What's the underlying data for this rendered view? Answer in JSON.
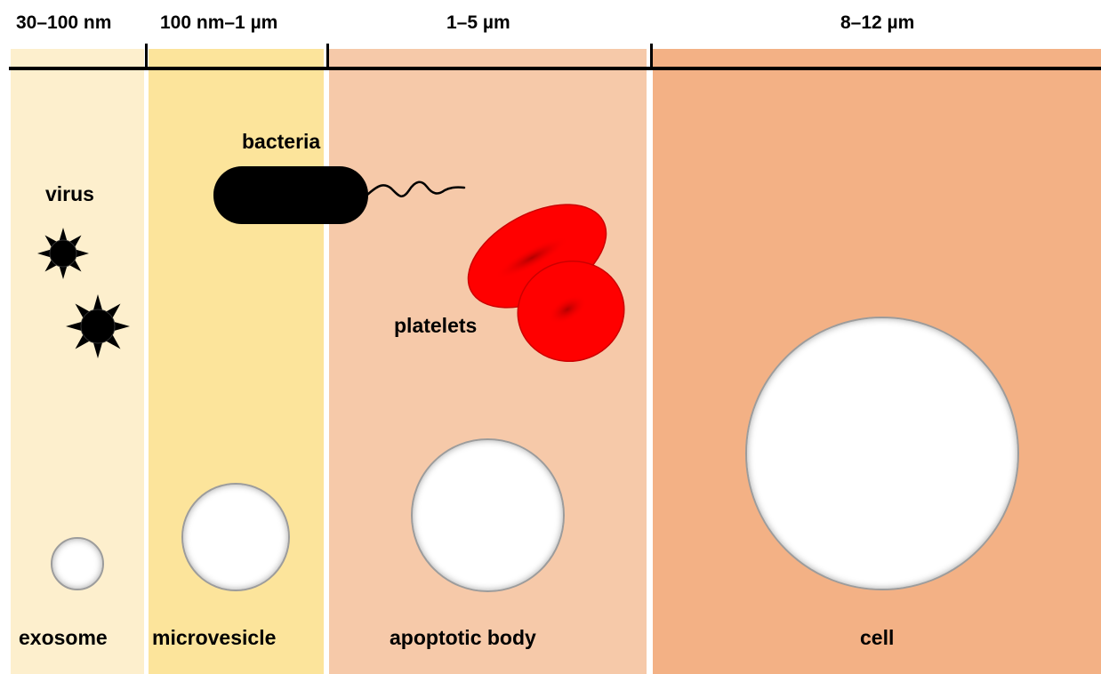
{
  "size_ranges": [
    "30–100 nm",
    "100 nm–1 µm",
    "1–5 µm",
    "8–12 µm"
  ],
  "particles": {
    "exosome": "exosome",
    "microvesicle": "microvesicle",
    "apoptotic_body": "apoptotic body",
    "cell": "cell"
  },
  "references": {
    "virus": "virus",
    "bacteria": "bacteria",
    "platelets": "platelets"
  },
  "colors": {
    "band_exosome": "#fdefcd",
    "band_microvesicle": "#fce49b",
    "band_apoptotic_body": "#f6c9a9",
    "band_cell": "#f3b185",
    "platelet_red": "#ff0000"
  }
}
